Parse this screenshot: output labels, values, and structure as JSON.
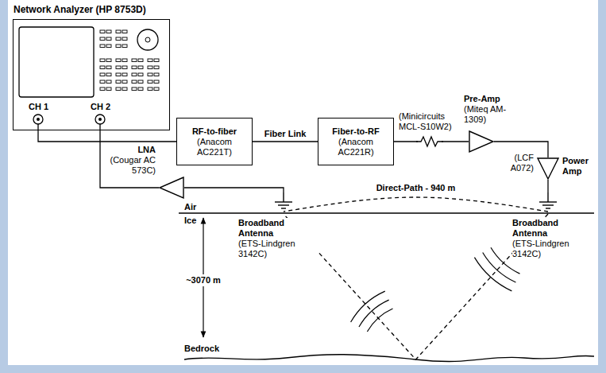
{
  "diagram": {
    "nodes": [
      {
        "text": [
          "Network Analyzer (HP 8753D)"
        ]
      },
      {
        "text": [
          "RF-to-fiber",
          "(Anacom AC221T)"
        ]
      },
      {
        "text": [
          "Fiber-to-RF",
          "(Anacom AC221R)"
        ]
      },
      {
        "text": [
          "Pre-Amp",
          "(Miteq AM-1309)"
        ]
      },
      {
        "text": [
          "(LCF A072)",
          "Power Amp"
        ]
      },
      {
        "text": [
          "LNA",
          "(Cougar AC 573C)"
        ]
      },
      {
        "text": [
          "Broadband Antenna",
          "(ETS-Lindgren 3142C)"
        ]
      },
      {
        "text": [
          "Broadband Antenna",
          "(ETS-Lindgren 3142C)"
        ]
      }
    ],
    "edges": [
      {
        "from": 0,
        "to": 1,
        "arrow": "none"
      },
      {
        "from": 1,
        "to": 2,
        "arrow": "none",
        "label": "Fiber Link"
      },
      {
        "from": 2,
        "to": 3,
        "arrow": "none"
      },
      {
        "from": 3,
        "to": 4,
        "arrow": "none"
      },
      {
        "from": 4,
        "to": 7,
        "arrow": "none"
      },
      {
        "from": 6,
        "to": 5,
        "arrow": "none"
      },
      {
        "from": 5,
        "to": 0,
        "arrow": "none"
      },
      {
        "from": 7,
        "to": 6,
        "arrow": "none",
        "label": "Direct-Path - 940 m"
      },
      {
        "from": 7,
        "to": 6,
        "arrow": "none"
      }
    ],
    "labels": [
      "CH 1",
      "CH 2",
      "(Minicircuits MCL-S10W2)",
      "Air",
      "Ice",
      "~3070 m",
      "Bedrock"
    ]
  }
}
